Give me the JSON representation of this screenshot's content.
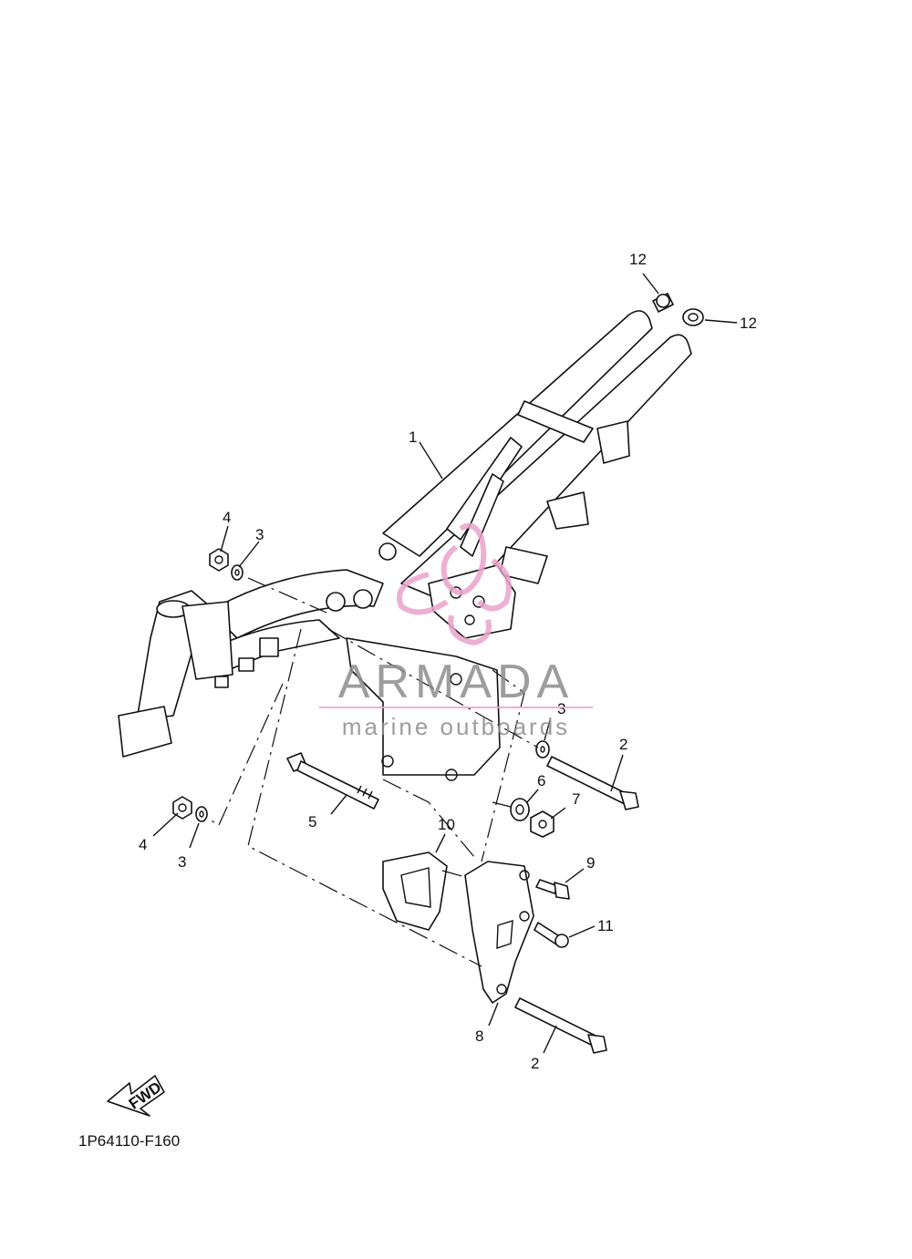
{
  "diagram_code": "1P64110-F160",
  "fwd_label": "FWD",
  "watermark": {
    "brand": "ARMADA",
    "tagline": "marine outboards",
    "accent_color": "#e9a3cc",
    "text_color": "#8c8c8c"
  },
  "callouts": {
    "c1": "1",
    "c2a": "2",
    "c2b": "2",
    "c3a": "3",
    "c3b": "3",
    "c3c": "3",
    "c4a": "4",
    "c4b": "4",
    "c5": "5",
    "c6": "6",
    "c7": "7",
    "c8": "8",
    "c9": "9",
    "c10": "10",
    "c11": "11",
    "c12a": "12",
    "c12b": "12"
  }
}
